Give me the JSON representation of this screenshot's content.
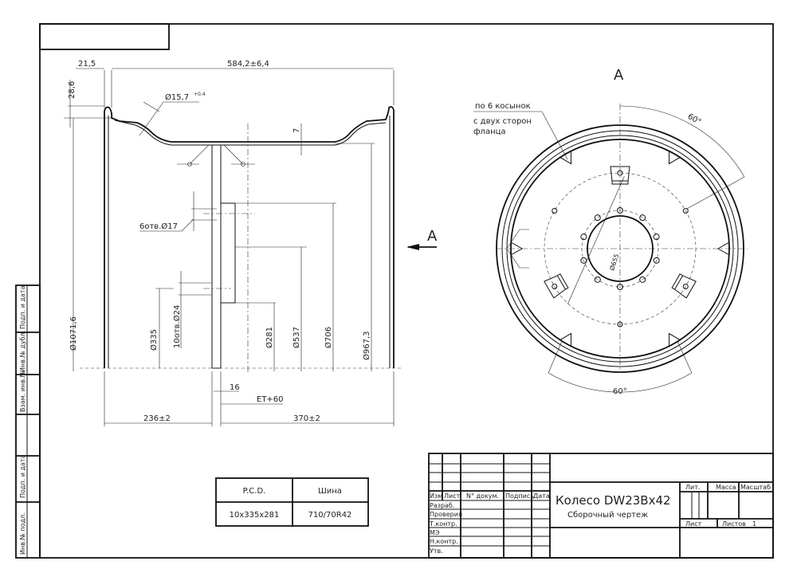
{
  "title_block": {
    "headers": {
      "izm": "Изм",
      "list": "Лист",
      "doc_no": "N° докум.",
      "sign": "Подпись",
      "date": "Дата"
    },
    "roles": [
      "Разраб.",
      "Проверил",
      "Т.контр.",
      "МЭ",
      "Н.контр.",
      "Утв."
    ],
    "title": "Колесо DW23Bx42",
    "subtitle": "Сборочный чертеж",
    "lit": "Лит.",
    "mass": "Масса",
    "scale": "Масштаб",
    "sheet": "Лист",
    "sheets": "Листов",
    "sheets_count": "1"
  },
  "side_stamp": [
    "Подп. и дата",
    "Инв.№ дубл.",
    "Взам. инв.№",
    "Подп. и дата",
    "Инв.№ подл."
  ],
  "spec_table": {
    "headers": [
      "P.C.D.",
      "Шина"
    ],
    "values": [
      "10x335x281",
      "710/70R42"
    ]
  },
  "section_view": {
    "dims": {
      "d1": "21,5",
      "d2": "584,2±6,4",
      "d3": "28,6",
      "d4": "Ø15,7",
      "d4_tol": "+0,4",
      "d5": "7",
      "d6": "6отв.Ø17",
      "d7": "Ø1071,6",
      "d8": "Ø335",
      "d9": "10отв.Ø24",
      "d10": "Ø281",
      "d11": "Ø537",
      "d12": "Ø706",
      "d13": "Ø967,3",
      "d14": "16",
      "d15": "ET+60",
      "d16": "236±2",
      "d17": "370±2"
    },
    "view_arrow_label": "A"
  },
  "view_a": {
    "label": "A",
    "note_line1": "по 6 косынок",
    "note_line2": "с двух сторон",
    "note_line3": "фланца",
    "angle_top": "60°",
    "angle_bottom": "60°",
    "hub_dim": "Ø655"
  }
}
